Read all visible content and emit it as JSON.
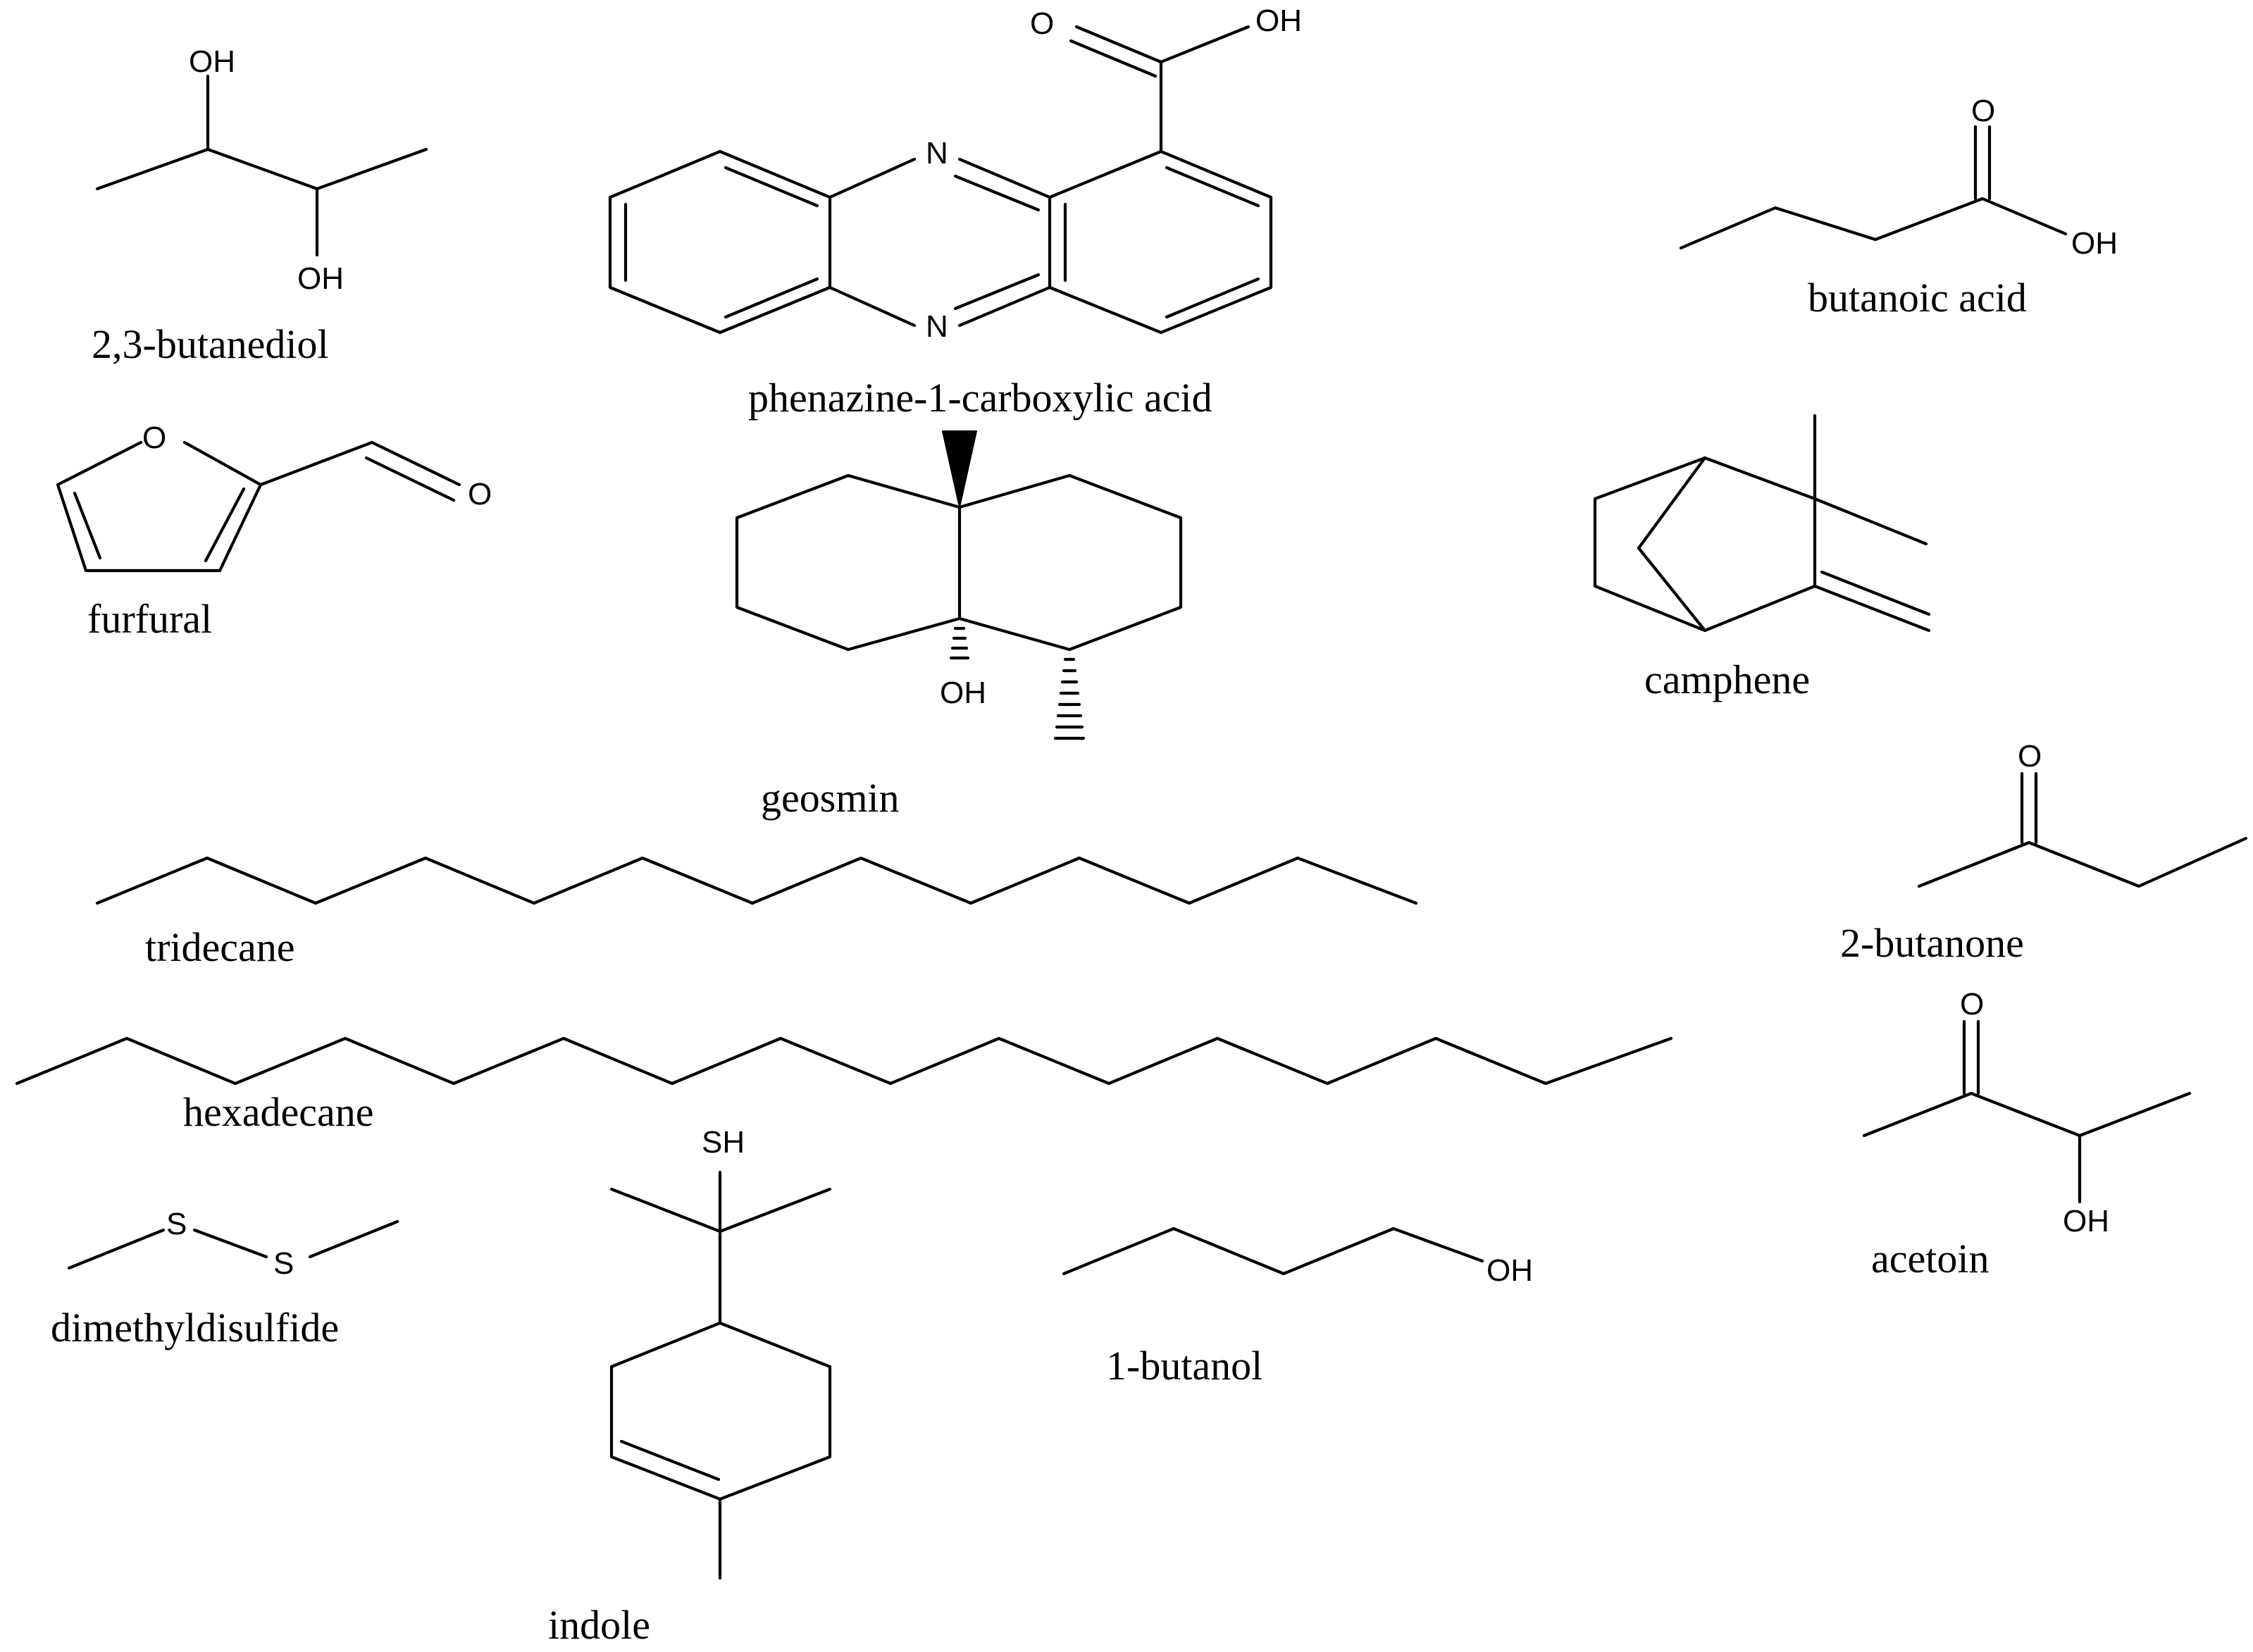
{
  "compounds": {
    "butanediol": {
      "name": "2,3-butanediol",
      "atoms": {
        "oh_top": "OH",
        "oh_bottom": "OH"
      }
    },
    "phenazine": {
      "name": "phenazine-1-carboxylic acid",
      "atoms": {
        "o": "O",
        "oh": "OH",
        "n_top": "N",
        "n_bottom": "N"
      }
    },
    "butanoic_acid": {
      "name": "butanoic acid",
      "atoms": {
        "o": "O",
        "oh": "OH"
      }
    },
    "furfural": {
      "name": "furfural",
      "atoms": {
        "o_ring": "O",
        "o_aldehyde": "O"
      }
    },
    "geosmin": {
      "name": "geosmin",
      "atoms": {
        "oh": "OH"
      }
    },
    "camphene": {
      "name": "camphene"
    },
    "tridecane": {
      "name": "tridecane"
    },
    "butanone": {
      "name": "2-butanone",
      "atoms": {
        "o": "O"
      }
    },
    "hexadecane": {
      "name": "hexadecane"
    },
    "acetoin": {
      "name": "acetoin",
      "atoms": {
        "o": "O",
        "oh": "OH"
      }
    },
    "dimethyldisulfide": {
      "name": "dimethyldisulfide",
      "atoms": {
        "s1": "S",
        "s2": "S"
      }
    },
    "indole": {
      "name": "indole",
      "atoms": {
        "sh": "SH"
      }
    },
    "butanol": {
      "name": "1-butanol",
      "atoms": {
        "oh": "OH"
      }
    }
  }
}
